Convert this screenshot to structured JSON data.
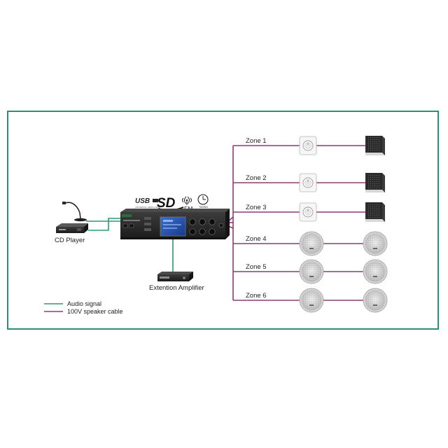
{
  "zones": [
    {
      "label": "Zone 1",
      "device": "volume-control",
      "endpoint": "wall-speaker"
    },
    {
      "label": "Zone 2",
      "device": "volume-control",
      "endpoint": "wall-speaker"
    },
    {
      "label": "Zone 3",
      "device": "volume-control",
      "endpoint": "wall-speaker"
    },
    {
      "label": "Zone 4",
      "device": "ceiling-speaker",
      "endpoint": "ceiling-speaker"
    },
    {
      "label": "Zone 5",
      "device": "ceiling-speaker",
      "endpoint": "ceiling-speaker"
    },
    {
      "label": "Zone 6",
      "device": "ceiling-speaker",
      "endpoint": "ceiling-speaker"
    }
  ],
  "devices": {
    "cd_player_label": "CD Player",
    "extension_amp_label": "Extention Amplifier"
  },
  "media_icons": {
    "usb": "USB",
    "sd": "SD",
    "fm": "FM",
    "timing": "TIMING"
  },
  "legend": {
    "audio_signal": "Audio signal",
    "speaker_cable": "100V speaker cable"
  },
  "colors": {
    "frame": "#2e8f76",
    "audio_line": "#2a9a78",
    "speaker_line": "#8a3b78",
    "device_dark": "#262626"
  }
}
